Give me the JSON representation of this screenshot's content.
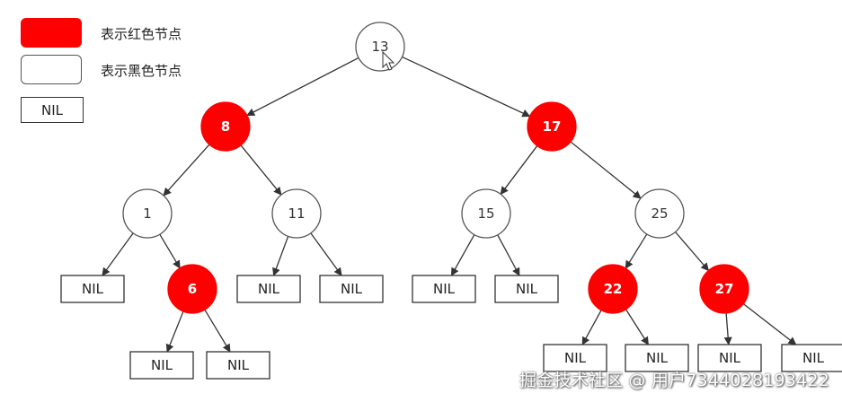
{
  "legend": {
    "red_text": "表示红色节点",
    "black_text": "表示黑色节点",
    "nil_text": "NIL"
  },
  "colors": {
    "red": "#ff0000",
    "black_fill": "#ffffff",
    "stroke": "#555555"
  },
  "nodes": [
    {
      "id": "n13",
      "label": "13",
      "color": "black"
    },
    {
      "id": "n8",
      "label": "8",
      "color": "red"
    },
    {
      "id": "n17",
      "label": "17",
      "color": "red"
    },
    {
      "id": "n1",
      "label": "1",
      "color": "black"
    },
    {
      "id": "n11",
      "label": "11",
      "color": "black"
    },
    {
      "id": "n15",
      "label": "15",
      "color": "black"
    },
    {
      "id": "n25",
      "label": "25",
      "color": "black"
    },
    {
      "id": "n6",
      "label": "6",
      "color": "red"
    },
    {
      "id": "n22",
      "label": "22",
      "color": "red"
    },
    {
      "id": "n27",
      "label": "27",
      "color": "red"
    }
  ],
  "nil_label": "NIL",
  "edges": [
    [
      "n13",
      "n8"
    ],
    [
      "n13",
      "n17"
    ],
    [
      "n8",
      "n1"
    ],
    [
      "n8",
      "n11"
    ],
    [
      "n17",
      "n15"
    ],
    [
      "n17",
      "n25"
    ],
    [
      "n1",
      "nil1"
    ],
    [
      "n1",
      "n6"
    ],
    [
      "n11",
      "nil2"
    ],
    [
      "n11",
      "nil3"
    ],
    [
      "n15",
      "nil4"
    ],
    [
      "n15",
      "nil5"
    ],
    [
      "n25",
      "n22"
    ],
    [
      "n25",
      "n27"
    ],
    [
      "n6",
      "nil6"
    ],
    [
      "n6",
      "nil7"
    ],
    [
      "n22",
      "nil8"
    ],
    [
      "n22",
      "nil9"
    ],
    [
      "n27",
      "nil10"
    ],
    [
      "n27",
      "nil11"
    ]
  ],
  "watermark": "掘金技术社区 @ 用户7344028193422"
}
